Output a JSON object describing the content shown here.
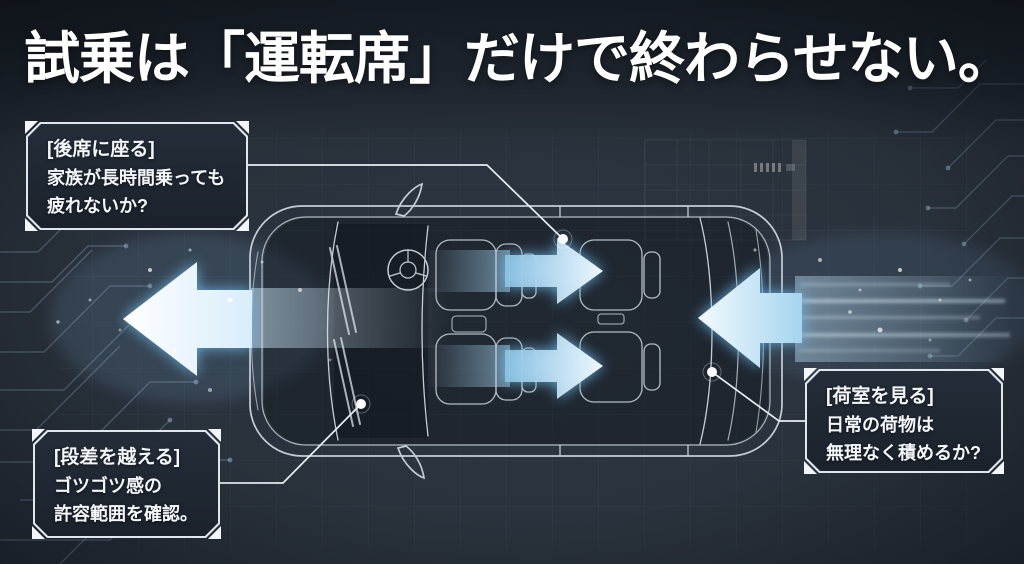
{
  "title": "試乗は「運転席」だけで終わらせない。",
  "callouts": [
    {
      "id": "rear-seat",
      "heading": "[後席に座る]",
      "lines": [
        "家族が長時間乗っても",
        "疲れないか?"
      ]
    },
    {
      "id": "bump",
      "heading": "[段差を越える]",
      "lines": [
        "ゴツゴツ感の",
        "許容範囲を確認。"
      ]
    },
    {
      "id": "cargo",
      "heading": "[荷室を見る]",
      "lines": [
        "日常の荷物は",
        "無理なく積めるか?"
      ]
    }
  ],
  "diagram": {
    "subject": "car-top-view-wireframe",
    "arrows": [
      {
        "name": "front-motion-arrow",
        "direction": "left",
        "target": "vehicle-front",
        "color": "#f2f9ff"
      },
      {
        "name": "rear-seat-arrow-upper",
        "direction": "right",
        "target": "rear-seat-left",
        "color": "#c3e4f8"
      },
      {
        "name": "rear-seat-arrow-lower",
        "direction": "right",
        "target": "rear-seat-right",
        "color": "#c3e4f8"
      },
      {
        "name": "cargo-arrow",
        "direction": "left",
        "target": "cargo-area",
        "color": "#c3e4f8"
      }
    ],
    "markers": [
      {
        "name": "rear-seat-marker",
        "links_to": "rear-seat"
      },
      {
        "name": "bump-marker",
        "links_to": "bump"
      },
      {
        "name": "cargo-marker",
        "links_to": "cargo"
      }
    ]
  },
  "colors": {
    "background": "#28303a",
    "background_top": "#1c232c",
    "panel_fill": "#1f2733",
    "panel_border": "#dfe6ee",
    "wireframe": "#d3dbe3",
    "arrow_blue": "#bfe2f7",
    "title_text": "#ffffff"
  }
}
